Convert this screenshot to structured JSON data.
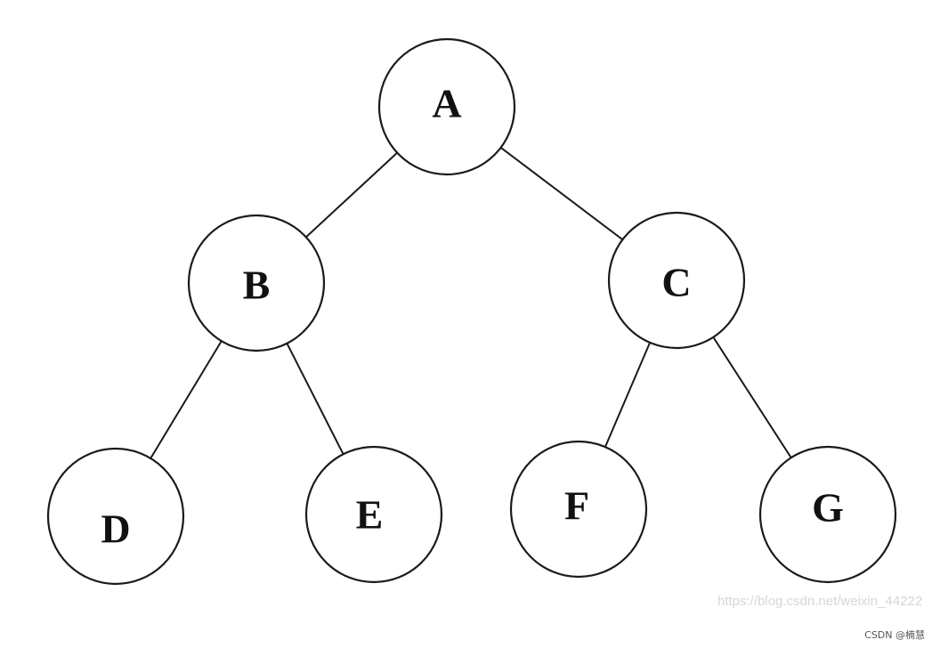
{
  "tree": {
    "nodes": [
      {
        "id": "A",
        "label": "A"
      },
      {
        "id": "B",
        "label": "B"
      },
      {
        "id": "C",
        "label": "C"
      },
      {
        "id": "D",
        "label": "D"
      },
      {
        "id": "E",
        "label": "E"
      },
      {
        "id": "F",
        "label": "F"
      },
      {
        "id": "G",
        "label": "G"
      }
    ],
    "edges": [
      {
        "from": "A",
        "to": "B"
      },
      {
        "from": "A",
        "to": "C"
      },
      {
        "from": "B",
        "to": "D"
      },
      {
        "from": "B",
        "to": "E"
      },
      {
        "from": "C",
        "to": "F"
      },
      {
        "from": "C",
        "to": "G"
      }
    ]
  },
  "watermark": {
    "url": "https://blog.csdn.net/weixin_44222",
    "credit": "CSDN @楠慧"
  }
}
